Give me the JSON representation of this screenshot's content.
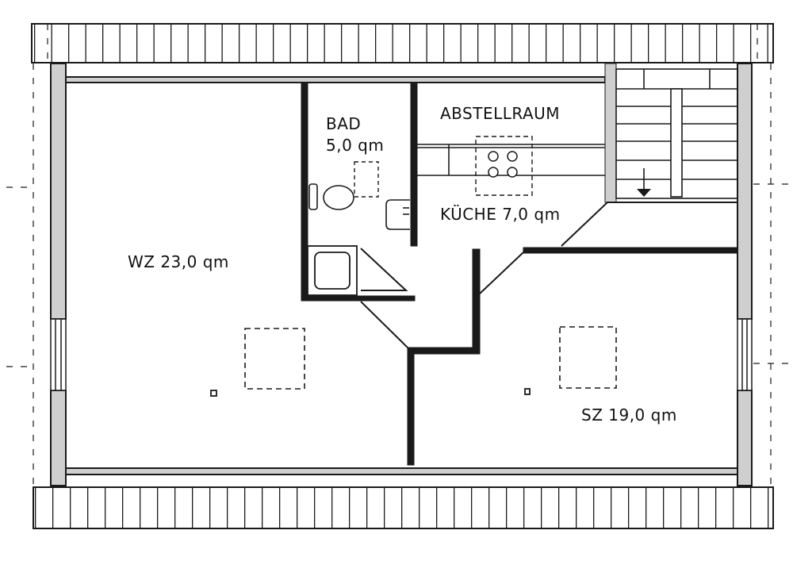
{
  "rooms": {
    "wohnzimmer": {
      "label": "WZ 23,0 qm"
    },
    "bad": {
      "name": "BAD",
      "area": "5,0 qm"
    },
    "abstellraum": {
      "label": "ABSTELLRAUM"
    },
    "kueche": {
      "label": "KÜCHE 7,0 qm"
    },
    "schlafzimmer": {
      "label": "SZ 19,0 qm"
    }
  },
  "colors": {
    "ink": "#1a1a1a",
    "wall_fill": "#cfcfcf",
    "paper": "#ffffff"
  }
}
